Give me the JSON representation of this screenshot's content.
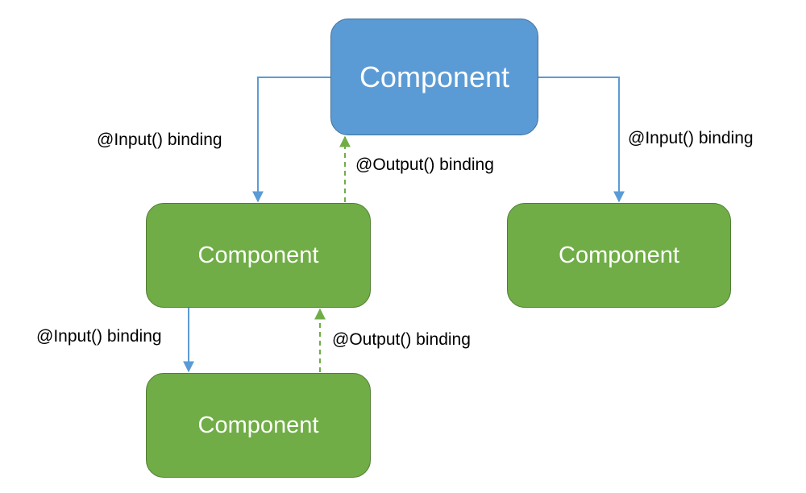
{
  "colors": {
    "root_fill": "#5b9bd5",
    "child_fill": "#70ad47",
    "input_arrow": "#5b9bd5",
    "output_arrow": "#70ad47",
    "label_text": "#000000",
    "node_text": "#ffffff"
  },
  "nodes": {
    "root": "Component",
    "left_child": "Component",
    "right_child": "Component",
    "grandchild": "Component"
  },
  "edges": [
    {
      "from": "root",
      "to": "left_child",
      "label": "@Input() binding",
      "style": "solid"
    },
    {
      "from": "left_child",
      "to": "root",
      "label": "@Output() binding",
      "style": "dashed"
    },
    {
      "from": "root",
      "to": "right_child",
      "label": "@Input() binding",
      "style": "solid"
    },
    {
      "from": "left_child",
      "to": "grandchild",
      "label": "@Input() binding",
      "style": "solid"
    },
    {
      "from": "grandchild",
      "to": "left_child",
      "label": "@Output() binding",
      "style": "dashed"
    }
  ]
}
